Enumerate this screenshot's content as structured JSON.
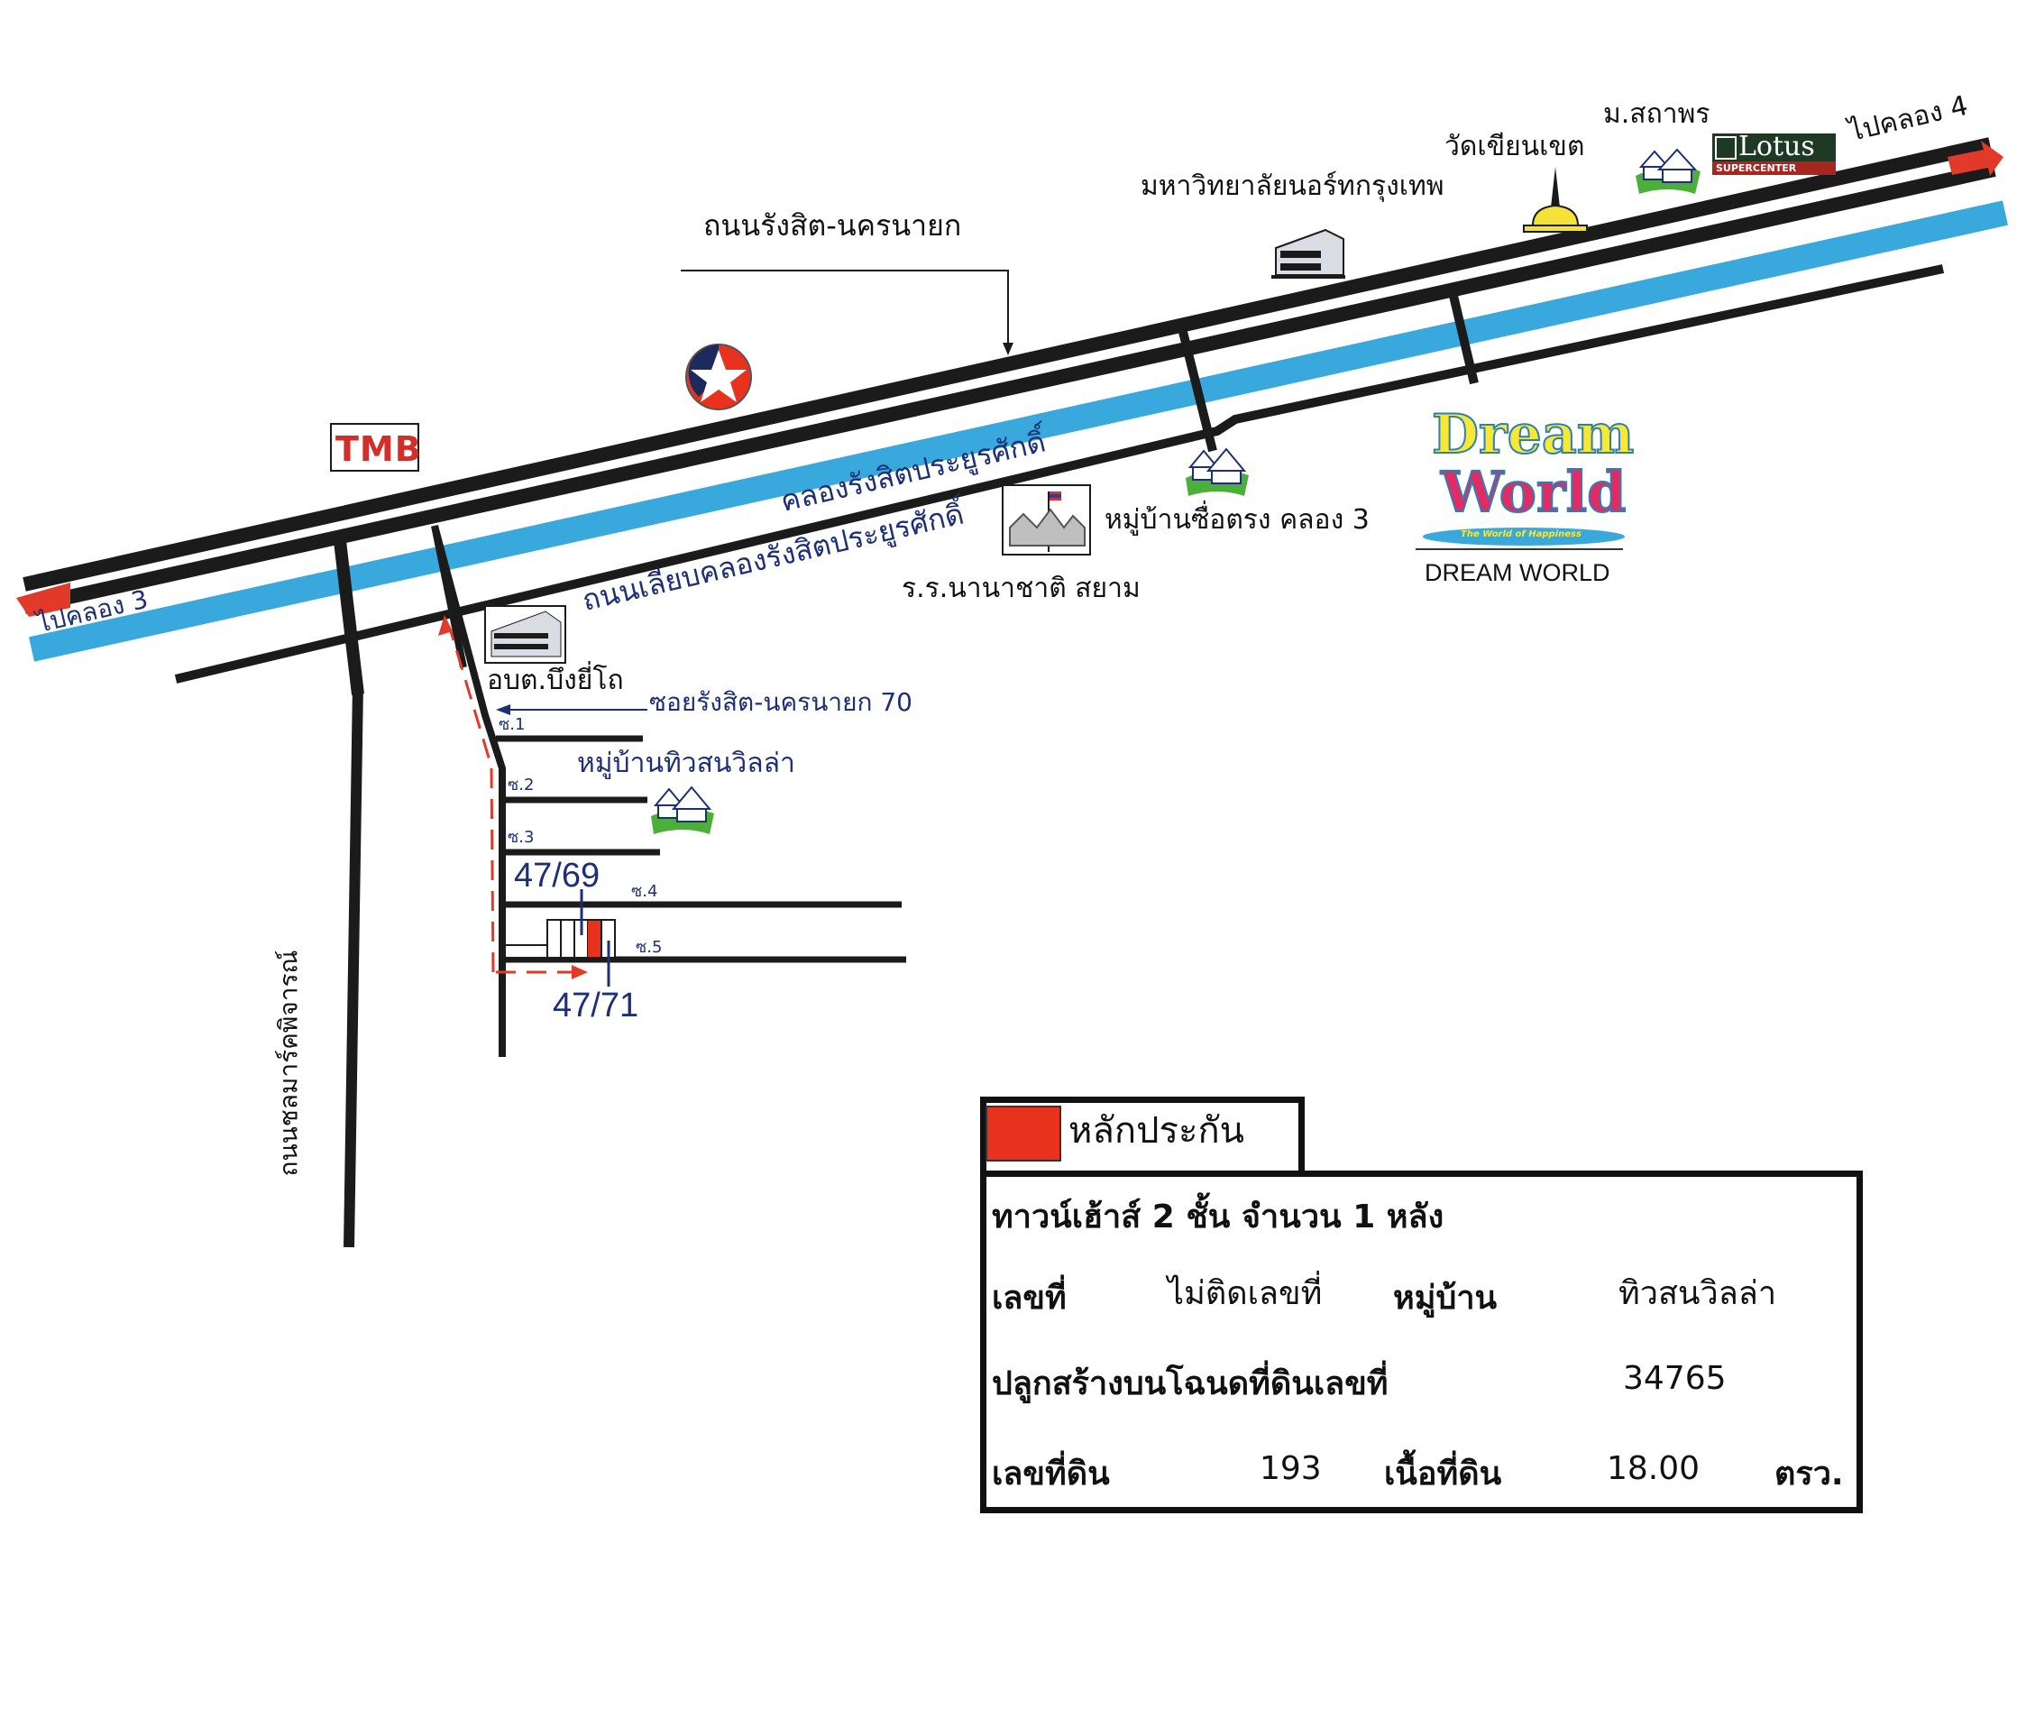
{
  "map": {
    "colors": {
      "road": "#1b1b1b",
      "canal": "#39a8dc",
      "route": "#e23a2a",
      "label_blue": "#1c2f78",
      "plot_highlight": "#e8321e"
    },
    "roads": {
      "main_road": "ถนนรังสิต-นครนายก",
      "canal_name": "คลองรังสิตประยูรศักดิ์",
      "canal_side_road": "ถนนเลียบคลองรังสิตประยูรศักดิ์",
      "left_vertical_road": "ถนนชลมาร์คพิจารณ์",
      "soi_name": "ซอยรังสิต-นครนายก 70",
      "to_left": "ไปคลอง 3",
      "to_right": "ไปคลอง 4"
    },
    "landmarks": {
      "tmb": "TMB",
      "caltex": "caltex-star-logo",
      "university": "มหาวิทยาลัยนอร์ทกรุงเทพ",
      "temple": "วัดเขียนเขต",
      "village_sathaporn": "ม.สถาพร",
      "lotus": "Lotus",
      "lotus_sub": "SUPERCENTER",
      "village_suetrong": "หมู่บ้านซื่อตรง คลอง 3",
      "school": "ร.ร.นานาชาติ สยาม",
      "dreamworld_top": "Dream",
      "dreamworld_bottom": "World",
      "dreamworld_tagline": "The World of Happiness",
      "dreamworld_caption": "DREAM WORLD",
      "sao_office": "อบต.บึงยี่โถ",
      "village_twin": "หมู่บ้านทิวสนวิลล่า"
    },
    "sois": [
      "ซ.1",
      "ซ.2",
      "ซ.3",
      "ซ.4",
      "ซ.5"
    ],
    "plots": {
      "neighbor_left": "47/69",
      "neighbor_right": "47/71"
    }
  },
  "legend": {
    "swatch_label": "หลักประกัน",
    "title": "ทาวน์เฮ้าส์ 2 ชั้น จำนวน 1 หลัง",
    "rows": {
      "house_no_label": "เลขที่",
      "house_no_value": "ไม่ติดเลขที่",
      "village_label": "หมู่บ้าน",
      "village_value": "ทิวสนวิลล่า",
      "deed_label": "ปลูกสร้างบนโฉนดที่ดินเลขที่",
      "deed_value": "34765",
      "land_no_label": "เลขที่ดิน",
      "land_no_value": "193",
      "area_label": "เนื้อที่ดิน",
      "area_value": "18.00",
      "area_unit": "ตรว."
    }
  }
}
